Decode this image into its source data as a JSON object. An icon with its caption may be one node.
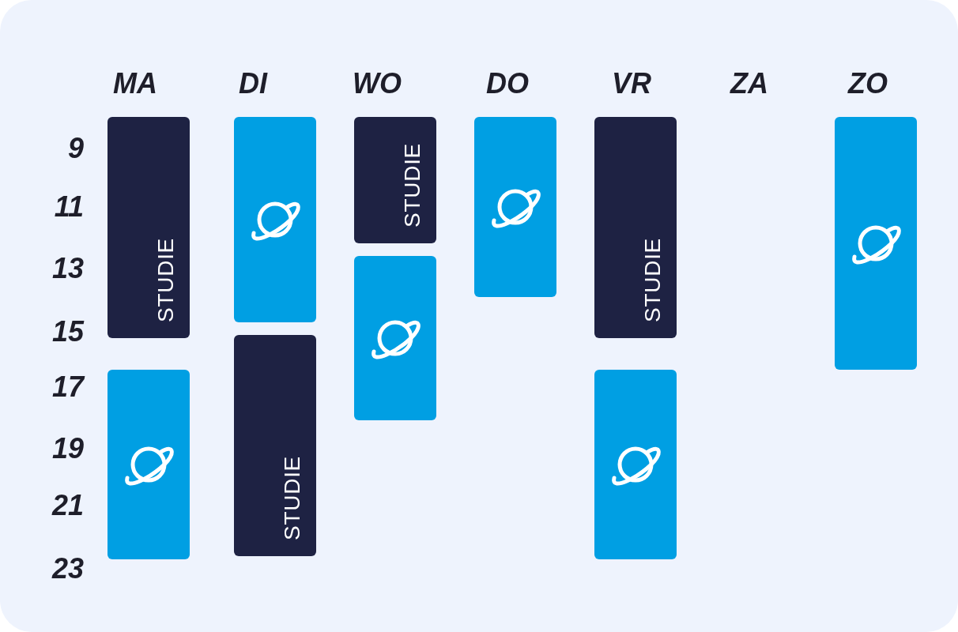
{
  "diagram": {
    "nodes": [
      {
        "text": [
          "STUDIE"
        ]
      },
      {
        "text": [],
        "shape": "box"
      },
      {
        "text": [],
        "shape": "box"
      },
      {
        "text": [
          "STUDIE"
        ]
      },
      {
        "text": [
          "STUDIE"
        ]
      },
      {
        "text": [],
        "shape": "box"
      },
      {
        "text": [],
        "shape": "box"
      },
      {
        "text": [
          "STUDIE"
        ]
      },
      {
        "text": [],
        "shape": "box"
      },
      {
        "text": [],
        "shape": "box"
      }
    ],
    "edges": [],
    "labels": [
      "MA",
      "DI",
      "WO",
      "DO",
      "VR",
      "ZA",
      "ZO",
      "9",
      "11",
      "13",
      "15",
      "17",
      "19",
      "21",
      "23"
    ]
  }
}
